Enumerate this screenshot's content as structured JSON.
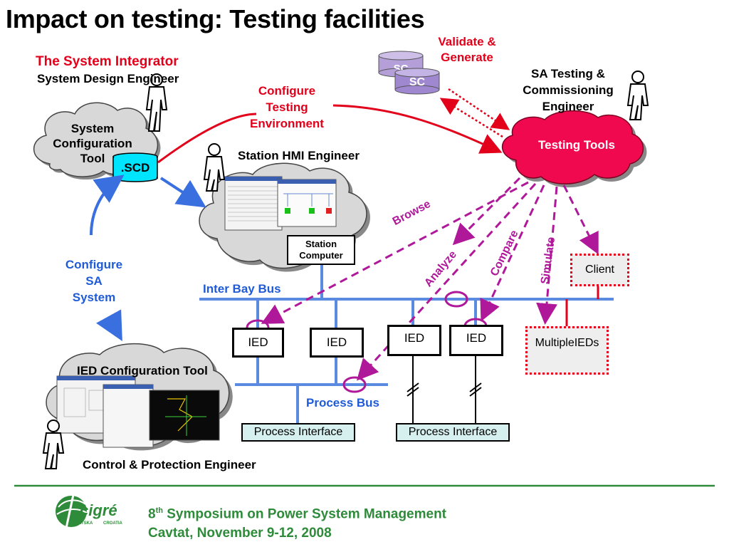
{
  "title": "Impact on testing: Testing facilities",
  "integrator": {
    "heading": "The System Integrator",
    "subheading": "System Design Engineer"
  },
  "sct_cloud": {
    "line1": "System",
    "line2": "Configuration",
    "line3": "Tool"
  },
  "scd_label": ".SCD",
  "configure_env": {
    "line1": "Configure",
    "line2": "Testing",
    "line3": "Environment"
  },
  "validate": {
    "line1": "Validate &",
    "line2": "Generate"
  },
  "sc_back": "SC",
  "sc_front": "SC",
  "sa_testing": {
    "line1": "SA Testing &",
    "line2": "Commissioning",
    "line3": "Engineer"
  },
  "testing_tools": "Testing Tools",
  "hmi_engineer": "Station HMI Engineer",
  "station_computer": {
    "line1": "Station",
    "line2": "Computer"
  },
  "configure_sa": {
    "line1": "Configure",
    "line2": "SA",
    "line3": "System"
  },
  "inter_bay_bus": "Inter Bay Bus",
  "process_bus": "Process Bus",
  "ieds": [
    "IED",
    "IED",
    "IED",
    "IED"
  ],
  "multiple_ieds": "MultipleIEDs",
  "client": "Client",
  "process_interfaces": [
    "Process Interface",
    "Process Interface"
  ],
  "ied_config_tool": "IED Configuration Tool",
  "cp_engineer": "Control & Protection Engineer",
  "arrow_labels": {
    "browse": "Browse",
    "analyze": "Analyze",
    "compare": "Compare",
    "simulate": "Simulate"
  },
  "footer": {
    "line1_prefix": "8",
    "line1_sup": "th",
    "line1_rest": " Symposium on Power System Management",
    "line2": "Cavtat, November 9-12, 2008"
  },
  "logo": {
    "word": "cigré",
    "left_small": "HRVATSKA",
    "right_small": "CROATIA"
  },
  "colors": {
    "accent_red": "#e2001a",
    "bus_blue": "#5b8be0",
    "magenta": "#b0189a",
    "footer_green": "#2e8b3a",
    "testing_pink": "#f0094f",
    "cyan": "#00e5ff"
  }
}
